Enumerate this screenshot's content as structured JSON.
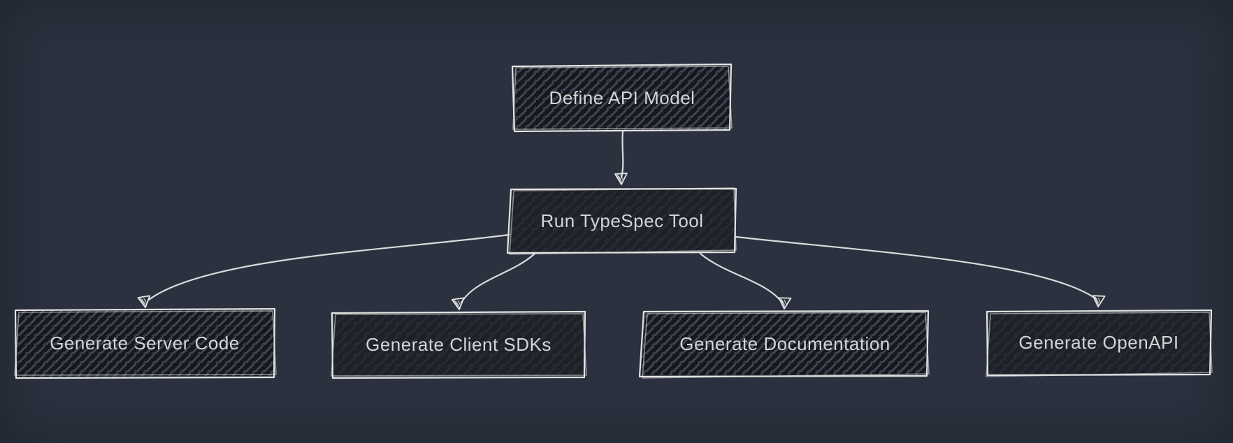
{
  "canvas": {
    "background": "#2b313e"
  },
  "colors": {
    "node_border": "#e3e4e2",
    "node_fill_hatched": "#16181d",
    "node_fill_solid": "#1e2127",
    "hatch_stroke": "#3e4654",
    "hatch_glint": "#525c76",
    "text": "#d3d4d6",
    "edge": "#d9dadb"
  },
  "diagram": {
    "type": "flowchart",
    "direction": "top-down",
    "style": "hand-drawn-sketch",
    "nodes": [
      {
        "id": "define-api-model",
        "label": "Define API Model"
      },
      {
        "id": "run-typespec-tool",
        "label": "Run TypeSpec Tool"
      },
      {
        "id": "generate-server-code",
        "label": "Generate Server Code"
      },
      {
        "id": "generate-client-sdks",
        "label": "Generate Client SDKs"
      },
      {
        "id": "generate-documentation",
        "label": "Generate Documentation"
      },
      {
        "id": "generate-openapi",
        "label": "Generate OpenAPI"
      }
    ],
    "edges": [
      {
        "from": "Define API Model",
        "to": "Run TypeSpec Tool"
      },
      {
        "from": "Run TypeSpec Tool",
        "to": "Generate Server Code"
      },
      {
        "from": "Run TypeSpec Tool",
        "to": "Generate Client SDKs"
      },
      {
        "from": "Run TypeSpec Tool",
        "to": "Generate Documentation"
      },
      {
        "from": "Run TypeSpec Tool",
        "to": "Generate OpenAPI"
      }
    ]
  }
}
